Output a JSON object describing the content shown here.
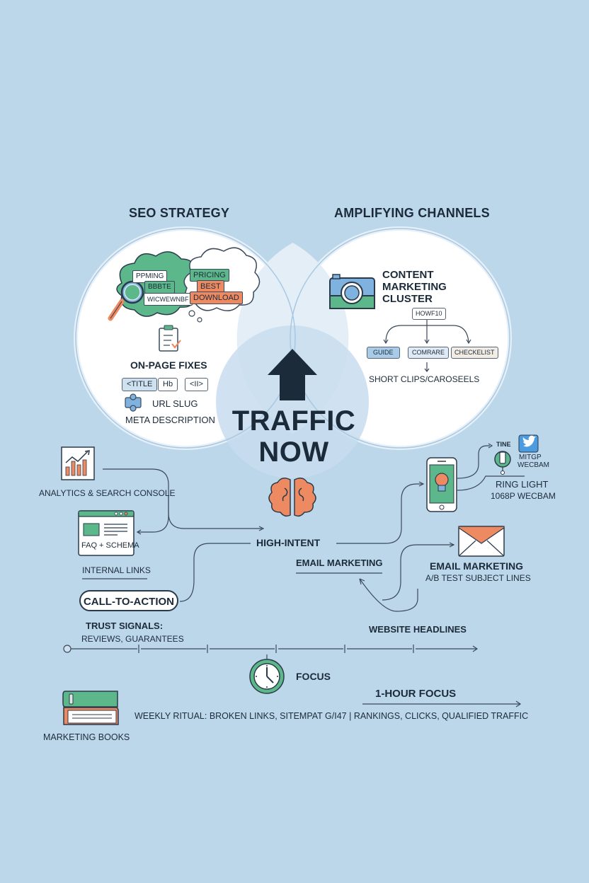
{
  "colors": {
    "background": "#bdd7ea",
    "circle_fill": "#ffffff",
    "center_overlap": "#cfe1ef",
    "ink": "#1c2b3a",
    "green": "#5cb88a",
    "orange": "#ee8a62",
    "blue": "#7fb2df"
  },
  "seo": {
    "title": "SEO STRATEGY",
    "keyword_cloud_left": [
      "PPMING",
      "BBBTE",
      "WICWEWNBF"
    ],
    "keyword_cloud_right": [
      "PRICING",
      "BEST",
      "DOWNLOAD"
    ],
    "on_page_title": "ON-PAGE FIXES",
    "tags": [
      "<TITLE",
      "Hb",
      "<II>"
    ],
    "url_slug": "URL SLUG",
    "meta": "META DESCRIPTION",
    "icons": [
      "magnifier-icon",
      "thought-cloud-icon",
      "clipboard-check-icon",
      "puzzle-icon"
    ]
  },
  "channels": {
    "title": "AMPLIFYING CHANNELS",
    "content_title_lines": [
      "CONTENT",
      "MARKETING",
      "CLUSTER"
    ],
    "root": "HOWF10",
    "children": [
      "GUIDE",
      "COMRARE",
      "CHECKELIST"
    ],
    "short_clips": "SHORT CLIPS/CAROSEELS",
    "icons": [
      "camera-icon"
    ]
  },
  "center": {
    "line1": "TRAFFIC",
    "line2": "NOW",
    "icon": "arrow-up-icon"
  },
  "flow": {
    "analytics": "ANALYTICS & SEARCH CONSOLE",
    "faq": "FAQ + SCHEMA",
    "internal_links": "INTERNAL LINKS",
    "cta": "CALL-TO-ACTION",
    "trust_title": "TRUST SIGNALS:",
    "trust_sub": "REVIEWS, GUARANTEES",
    "high_intent": "HIGH-INTENT",
    "email_mid": "EMAIL MARKETING",
    "tine": "TINE",
    "mitgp": "MITGP",
    "wecbam": "WECBAM",
    "ring_light": "RING LIGHT",
    "webcam": "1068P WECBAM",
    "email_right_title": "EMAIL MARKETING",
    "email_right_sub": "A/B TEST SUBJECT LINES",
    "website_headlines": "WEBSITE HEADLINES",
    "focus": "FOCUS",
    "one_hour": "1-HOUR FOCUS",
    "weekly": "WEEKLY RITUAL: BROKEN LINKS, SITEMPAT G/I47 | RANKINGS, CLICKS, QUALIFIED TRAFFIC",
    "books": "MARKETING BOOKS",
    "icons": [
      "line-chart-icon",
      "browser-window-icon",
      "brain-icon",
      "smartphone-icon",
      "twitter-icon",
      "microphone-icon",
      "envelope-icon",
      "clock-icon",
      "books-icon"
    ]
  }
}
